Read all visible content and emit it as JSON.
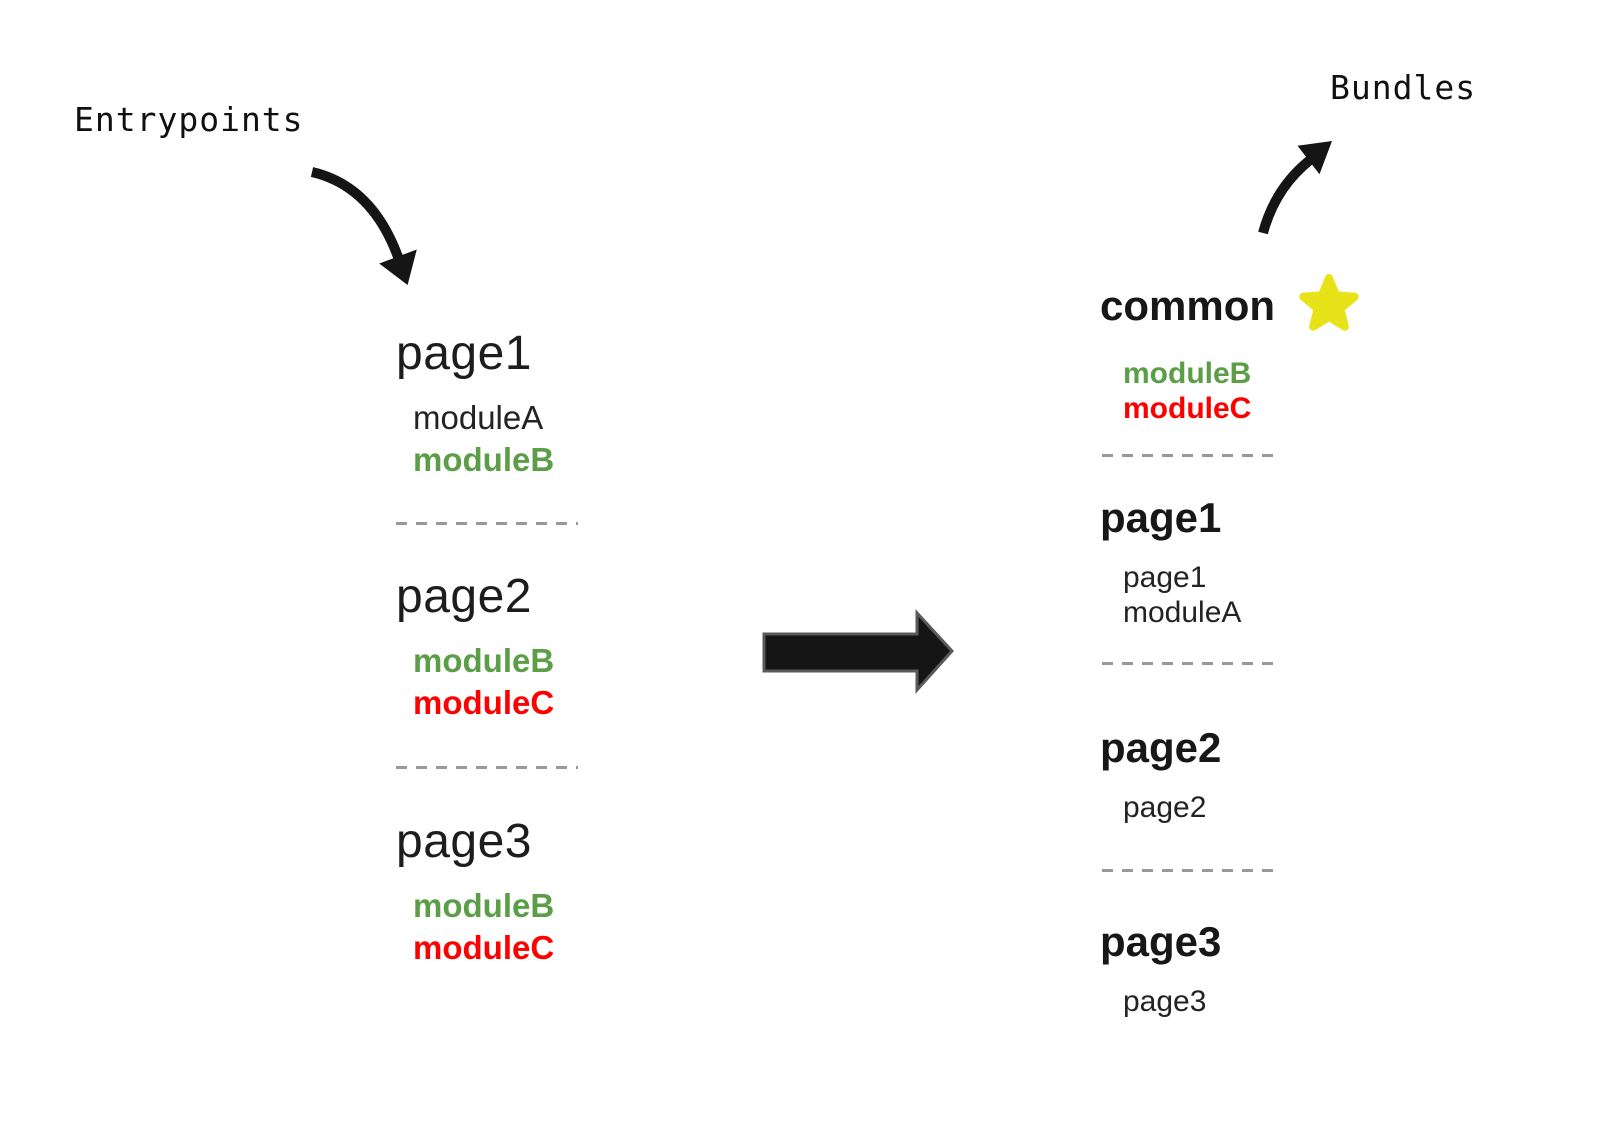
{
  "labels": {
    "entrypoints": "Entrypoints",
    "bundles": "Bundles"
  },
  "palette": {
    "green": "#5b9e47",
    "red": "#fe0000",
    "yellow": "#e8e218",
    "ink": "#1c1c1c",
    "dash": "#999999",
    "arrow": "#151515"
  },
  "icons": {
    "star": "star",
    "entry_arrow": "curved-arrow-down-right",
    "bundles_arrow": "curved-arrow-up-right",
    "transform_arrow": "thick-right-arrow"
  },
  "entrypoints": {
    "sections": [
      {
        "title": "page1",
        "modules": [
          {
            "label": "moduleA",
            "color": "black"
          },
          {
            "label": "moduleB",
            "color": "green"
          }
        ]
      },
      {
        "title": "page2",
        "modules": [
          {
            "label": "moduleB",
            "color": "green"
          },
          {
            "label": "moduleC",
            "color": "red"
          }
        ]
      },
      {
        "title": "page3",
        "modules": [
          {
            "label": "moduleB",
            "color": "green"
          },
          {
            "label": "moduleC",
            "color": "red"
          }
        ]
      }
    ]
  },
  "bundles": {
    "sections": [
      {
        "title": "common",
        "starred": true,
        "modules": [
          {
            "label": "moduleB",
            "color": "green"
          },
          {
            "label": "moduleC",
            "color": "red"
          }
        ]
      },
      {
        "title": "page1",
        "starred": false,
        "modules": [
          {
            "label": "page1",
            "color": "black"
          },
          {
            "label": "moduleA",
            "color": "black"
          }
        ]
      },
      {
        "title": "page2",
        "starred": false,
        "modules": [
          {
            "label": "page2",
            "color": "black"
          }
        ]
      },
      {
        "title": "page3",
        "starred": false,
        "modules": [
          {
            "label": "page3",
            "color": "black"
          }
        ]
      }
    ]
  }
}
